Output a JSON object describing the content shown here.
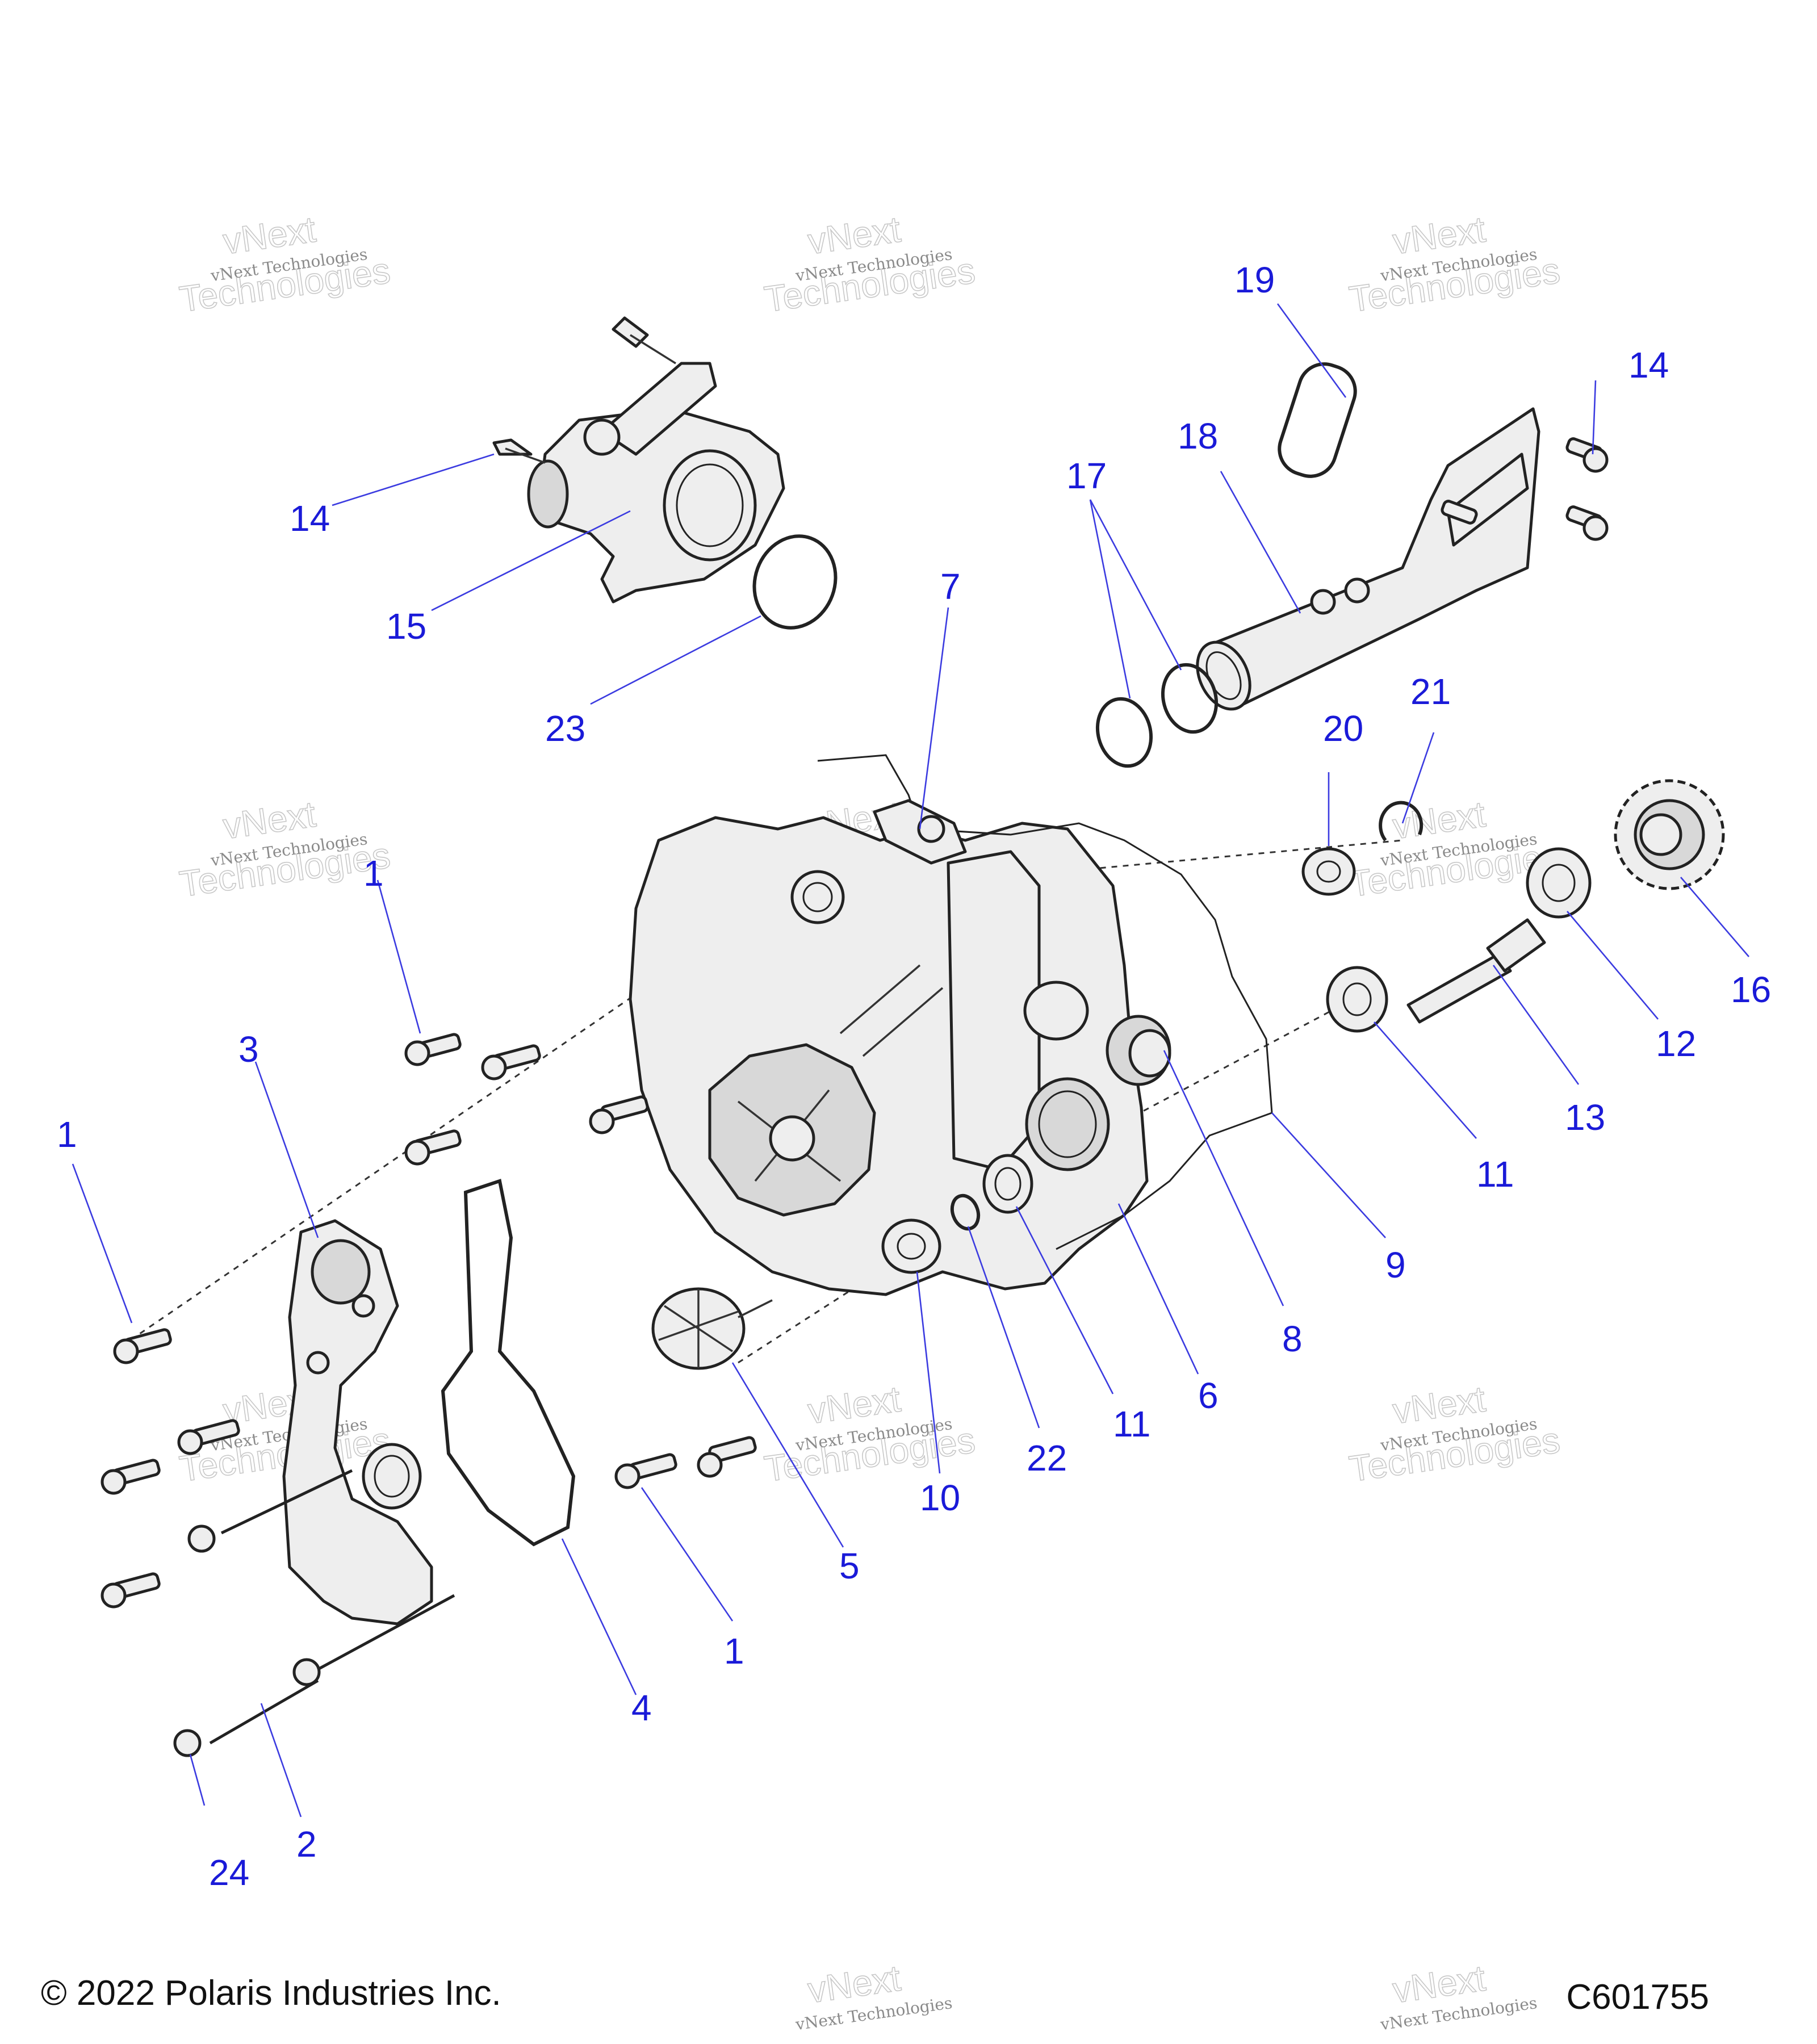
{
  "copyright": "© 2022 Polaris Industries Inc.",
  "drawing_number": "C601755",
  "watermark": {
    "line1": "vNext Technologies",
    "line2": "vNext",
    "line3": "Technologies"
  },
  "callouts": [
    {
      "label": "1"
    },
    {
      "label": "1"
    },
    {
      "label": "1"
    },
    {
      "label": "2"
    },
    {
      "label": "3"
    },
    {
      "label": "4"
    },
    {
      "label": "5"
    },
    {
      "label": "6"
    },
    {
      "label": "7"
    },
    {
      "label": "8"
    },
    {
      "label": "9"
    },
    {
      "label": "10"
    },
    {
      "label": "11"
    },
    {
      "label": "11"
    },
    {
      "label": "12"
    },
    {
      "label": "13"
    },
    {
      "label": "14"
    },
    {
      "label": "14"
    },
    {
      "label": "15"
    },
    {
      "label": "16"
    },
    {
      "label": "17"
    },
    {
      "label": "18"
    },
    {
      "label": "19"
    },
    {
      "label": "20"
    },
    {
      "label": "21"
    },
    {
      "label": "22"
    },
    {
      "label": "23"
    },
    {
      "label": "24"
    }
  ]
}
